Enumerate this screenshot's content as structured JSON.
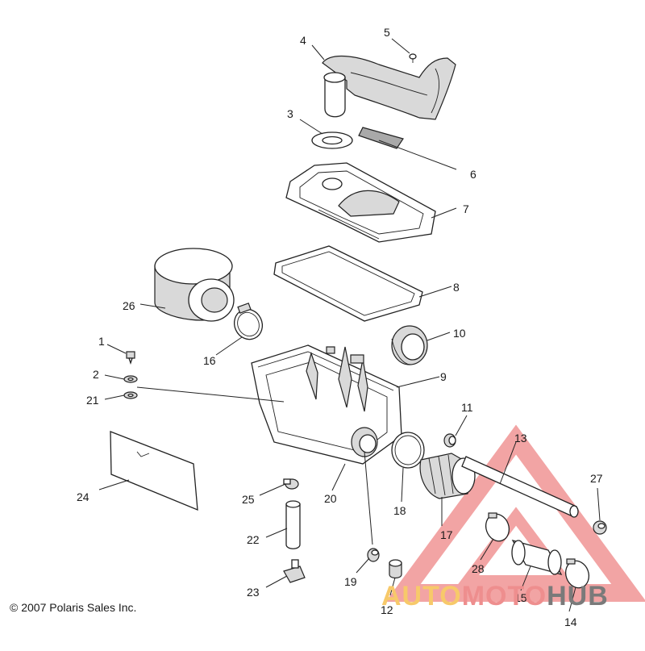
{
  "copyright": "© 2007 Polaris Sales Inc.",
  "watermark": {
    "part1": "AUTO",
    "part2": "MOTO",
    "part3": "HUB"
  },
  "callouts": {
    "c1": "1",
    "c2": "2",
    "c3": "3",
    "c4": "4",
    "c5": "5",
    "c6": "6",
    "c7": "7",
    "c8": "8",
    "c9": "9",
    "c10": "10",
    "c11": "11",
    "c12": "12",
    "c13": "13",
    "c14": "14",
    "c15": "15",
    "c16": "16",
    "c17": "17",
    "c18": "18",
    "c19": "19",
    "c20": "20",
    "c21": "21",
    "c22": "22",
    "c23": "23",
    "c24": "24",
    "c25": "25",
    "c26": "26",
    "c27": "27",
    "c28": "28"
  },
  "colors": {
    "watermark_red": "#e85a5a",
    "watermark_yellow": "#f5b942",
    "watermark_gray": "#6e6e6e",
    "line": "#222222"
  }
}
